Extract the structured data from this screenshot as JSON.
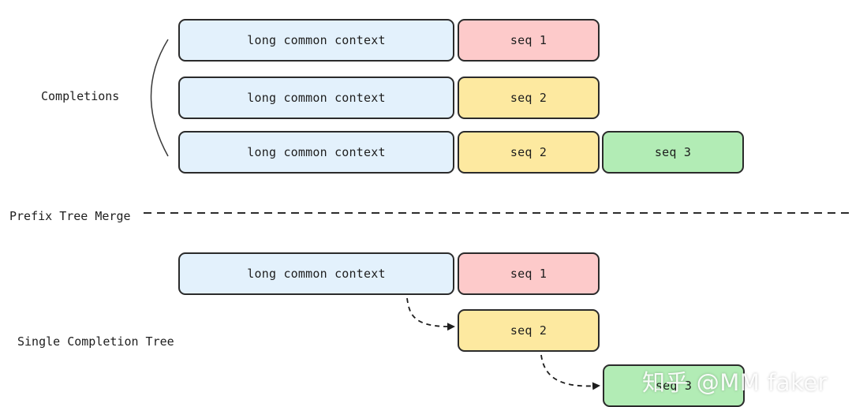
{
  "section_labels": {
    "completions": "Completions",
    "prefix_tree_merge": "Prefix Tree Merge",
    "single_completion_tree": "Single Completion Tree"
  },
  "completions": [
    {
      "context": "long common context",
      "segments": [
        "seq 1"
      ]
    },
    {
      "context": "long common context",
      "segments": [
        "seq 2"
      ]
    },
    {
      "context": "long common context",
      "segments": [
        "seq 2",
        "seq 3"
      ]
    }
  ],
  "tree": {
    "context": "long common context",
    "nodes": [
      "seq 1",
      "seq 2",
      "seq 3"
    ]
  },
  "watermark": "知乎 @MM faker",
  "colors": {
    "context_fill": "#e3f1fc",
    "seq1_fill": "#fdcaca",
    "seq2_fill": "#fde9a0",
    "seq3_fill": "#b2ecb5",
    "stroke": "#2b2b2b"
  }
}
